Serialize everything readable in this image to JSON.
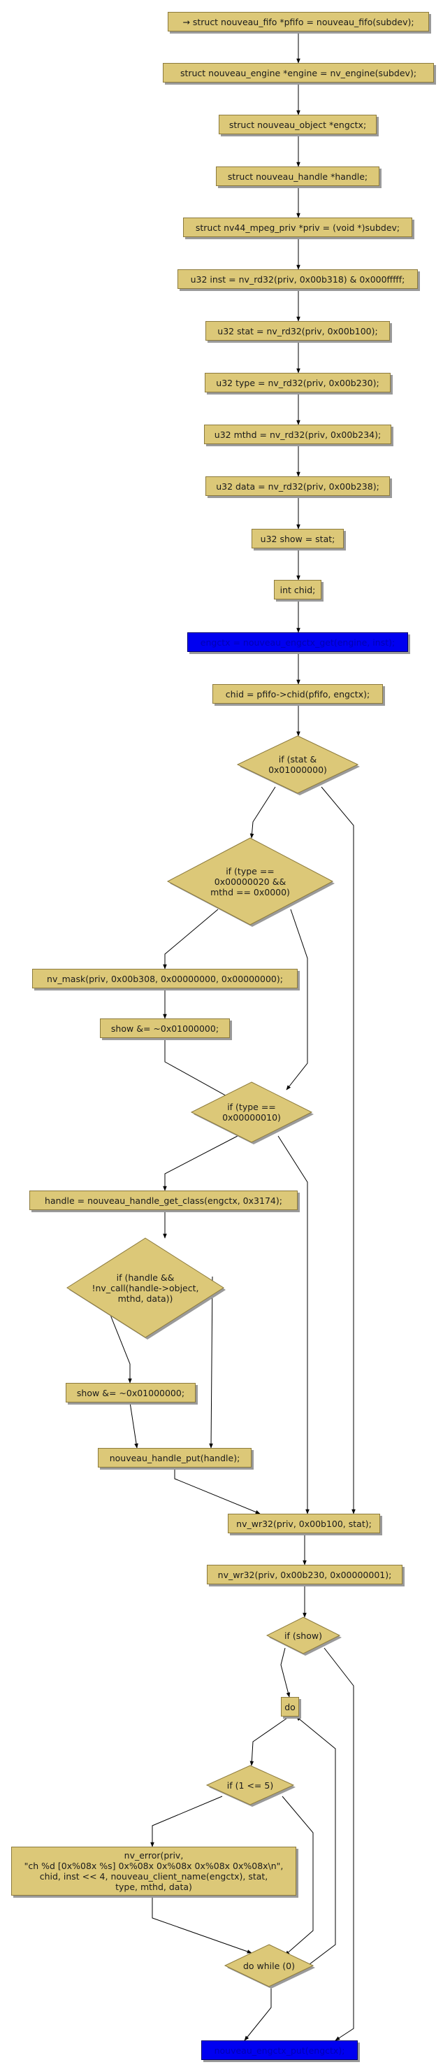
{
  "colors": {
    "node_fill": "#dcc878",
    "node_border": "#8c7a3c",
    "highlight_fill": "#0000f0",
    "highlight_text": "#0000b4",
    "edge": "#000000",
    "shadow": "#9a9a9a"
  },
  "flow": {
    "n0": "→ struct nouveau_fifo *pfifo = nouveau_fifo(subdev);",
    "n1": "struct nouveau_engine *engine = nv_engine(subdev);",
    "n2": "struct nouveau_object *engctx;",
    "n3": "struct nouveau_handle *handle;",
    "n4": "struct nv44_mpeg_priv *priv = (void *)subdev;",
    "n5": "u32 inst = nv_rd32(priv, 0x00b318) & 0x000fffff;",
    "n6": "u32 stat = nv_rd32(priv, 0x00b100);",
    "n7": "u32 type = nv_rd32(priv, 0x00b230);",
    "n8": "u32 mthd = nv_rd32(priv, 0x00b234);",
    "n9": "u32 data = nv_rd32(priv, 0x00b238);",
    "n10": "u32 show = stat;",
    "n11": "int chid;",
    "n12": "engctx = nouveau_engctx_get(engine, inst);",
    "n13": "chid   = pfifo->chid(pfifo, engctx);",
    "n14": "if (stat &\n0x01000000)",
    "n15": "if (type ==\n0x00000020 &&\nmthd == 0x0000)",
    "n16": "nv_mask(priv, 0x00b308, 0x00000000, 0x00000000);",
    "n17": "show &= ~0x01000000;",
    "n18": "if (type ==\n0x00000010)",
    "n19": "handle = nouveau_handle_get_class(engctx, 0x3174);",
    "n20": "if (handle &&\n!nv_call(handle->object,\nmthd, data))",
    "n21": "show &= ~0x01000000;",
    "n22": "nouveau_handle_put(handle);",
    "n23": "nv_wr32(priv, 0x00b100, stat);",
    "n24": "nv_wr32(priv, 0x00b230, 0x00000001);",
    "n25": "if (show)",
    "n26": "do",
    "n27": "if (1 <= 5)",
    "n28": "nv_error(priv,\n\"ch %d [0x%08x %s] 0x%08x 0x%08x 0x%08x 0x%08x\\n\",\nchid, inst << 4, nouveau_client_name(engctx), stat,\ntype, mthd, data)",
    "n29": "do while (0)",
    "n30": "nouveau_engctx_put(engctx);"
  }
}
